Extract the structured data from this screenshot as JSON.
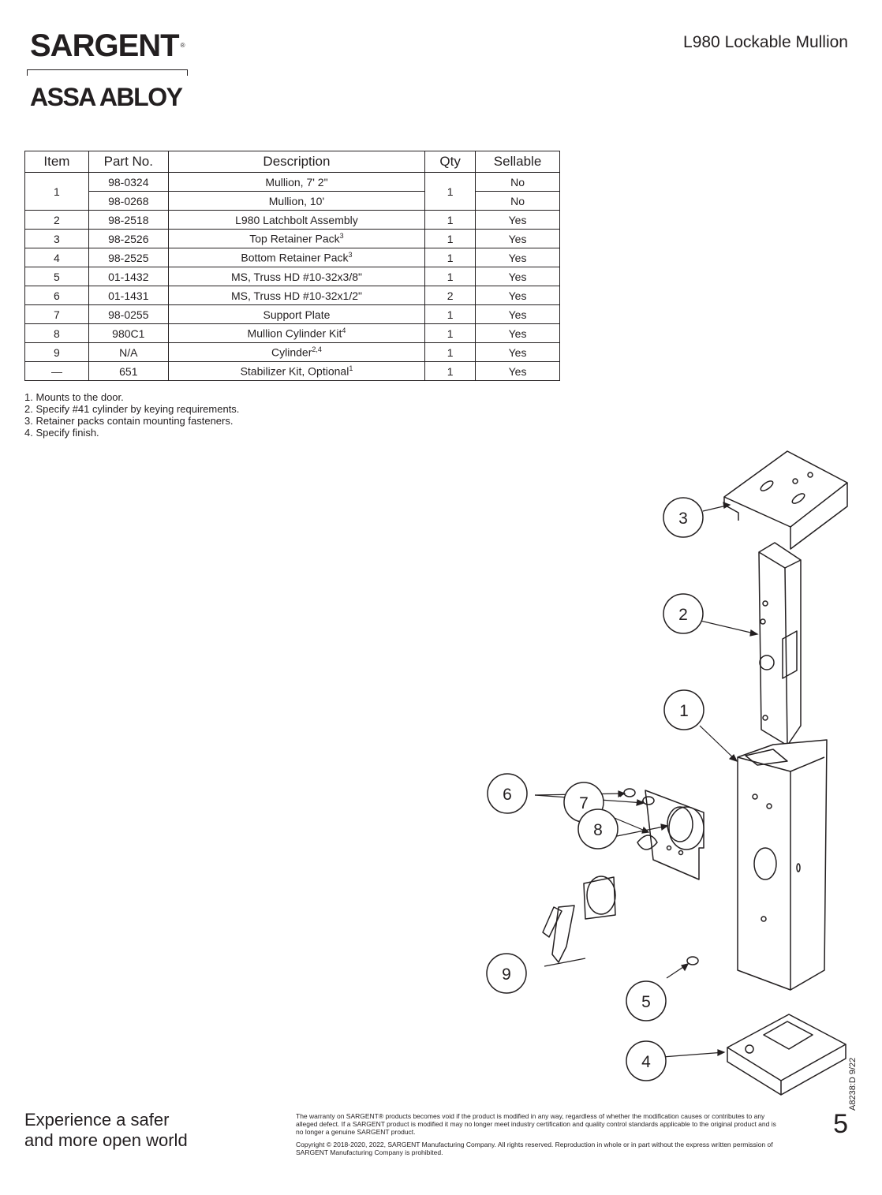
{
  "brand": {
    "primary": "SARGENT",
    "registered": "®",
    "secondary": "ASSA ABLOY"
  },
  "document": {
    "title": "L980 Lockable Mullion",
    "doc_id": "A8238:D  9/22",
    "page_number": "5"
  },
  "table": {
    "headers": [
      "Item",
      "Part No.",
      "Description",
      "Qty",
      "Sellable"
    ],
    "rows": [
      {
        "item": "1",
        "part": "98-0324",
        "desc": "Mullion, 7' 2\"",
        "sup": "",
        "qty": "1",
        "sellable": "No"
      },
      {
        "item": "",
        "part": "98-0268",
        "desc": "Mullion, 10'",
        "sup": "",
        "qty": "",
        "sellable": "No"
      },
      {
        "item": "2",
        "part": "98-2518",
        "desc": "L980 Latchbolt Assembly",
        "sup": "",
        "qty": "1",
        "sellable": "Yes"
      },
      {
        "item": "3",
        "part": "98-2526",
        "desc": "Top Retainer Pack",
        "sup": "3",
        "qty": "1",
        "sellable": "Yes"
      },
      {
        "item": "4",
        "part": "98-2525",
        "desc": "Bottom Retainer Pack",
        "sup": "3",
        "qty": "1",
        "sellable": "Yes"
      },
      {
        "item": "5",
        "part": "01-1432",
        "desc": "MS, Truss HD #10-32x3/8\"",
        "sup": "",
        "qty": "1",
        "sellable": "Yes"
      },
      {
        "item": "6",
        "part": "01-1431",
        "desc": "MS, Truss HD #10-32x1/2\"",
        "sup": "",
        "qty": "2",
        "sellable": "Yes"
      },
      {
        "item": "7",
        "part": "98-0255",
        "desc": "Support Plate",
        "sup": "",
        "qty": "1",
        "sellable": "Yes"
      },
      {
        "item": "8",
        "part": "980C1",
        "desc": "Mullion Cylinder Kit",
        "sup": "4",
        "qty": "1",
        "sellable": "Yes"
      },
      {
        "item": "9",
        "part": "N/A",
        "desc": "Cylinder",
        "sup": "2,4",
        "qty": "1",
        "sellable": "Yes"
      },
      {
        "item": "—",
        "part": "651",
        "desc": "Stabilizer Kit, Optional",
        "sup": "1",
        "qty": "1",
        "sellable": "Yes"
      }
    ]
  },
  "notes": [
    "1. Mounts to the door.",
    "2. Specify #41 cylinder by keying requirements.",
    "3. Retainer packs contain mounting fasteners.",
    "4. Specify finish."
  ],
  "callouts": [
    "1",
    "2",
    "3",
    "4",
    "5",
    "6",
    "7",
    "8",
    "9"
  ],
  "footer": {
    "tagline_line1": "Experience a safer",
    "tagline_line2": "and more open world",
    "warranty": "The warranty on SARGENT® products becomes void if the product is modified in any way, regardless of whether the modification causes or contributes to any alleged defect. If a SARGENT product is modified it may no longer meet industry certification and quality control standards applicable to the original product and is no longer a genuine SARGENT product.",
    "copyright": "Copyright © 2018-2020, 2022, SARGENT Manufacturing Company. All rights reserved. Reproduction in whole or in part without the express written permission of SARGENT Manufacturing Company is prohibited."
  }
}
